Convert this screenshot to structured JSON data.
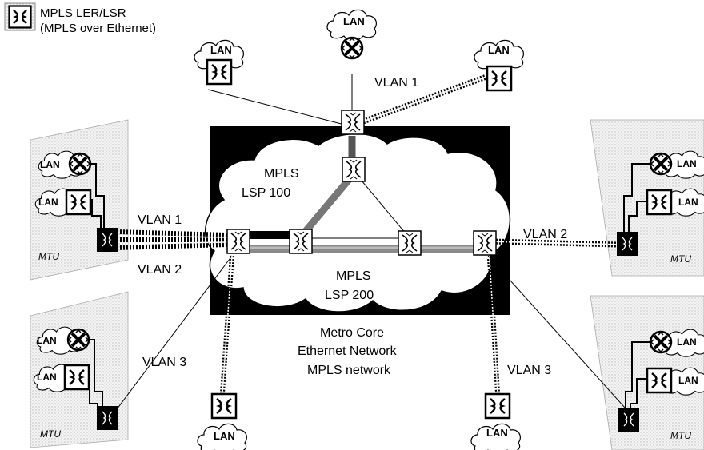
{
  "legend": {
    "line1": "MPLS LER/LSR",
    "line2": "(MPLS over Ethernet)"
  },
  "labels": {
    "vlan1_top": "VLAN 1",
    "vlan1_left": "VLAN 1",
    "vlan2_left": "VLAN 2",
    "vlan2_right": "VLAN 2",
    "vlan3_left": "VLAN 3",
    "vlan3_right": "VLAN 3",
    "lsp100_l1": "MPLS",
    "lsp100_l2": "LSP 100",
    "lsp200_l1": "MPLS",
    "lsp200_l2": "LSP 200",
    "core_l1": "Metro Core",
    "core_l2": "Ethernet Network",
    "core_l3": "MPLS network"
  },
  "lan": "LAN",
  "mtu": "MTU"
}
